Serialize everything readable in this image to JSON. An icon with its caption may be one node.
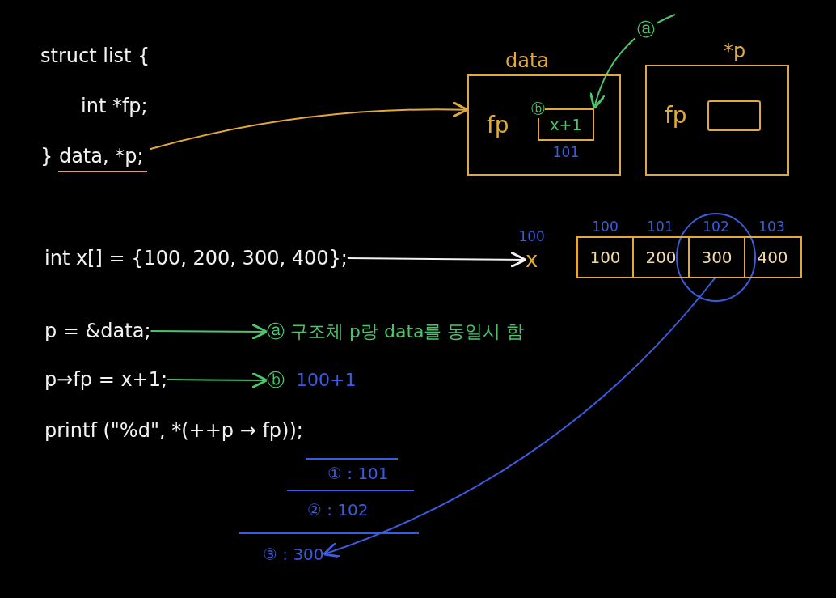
{
  "diagram": {
    "nodes": [
      {
        "text": [
          "struct list {",
          "int *fp;",
          "} data, *p;"
        ]
      },
      {
        "text": [
          "data",
          "fp"
        ]
      },
      {
        "text": [
          "x+1"
        ],
        "in": 1,
        "beside": [
          "ⓑ",
          "101"
        ]
      },
      {
        "text": [
          "*p",
          "fp"
        ]
      },
      {
        "text": [],
        "shape": "box",
        "in": 3
      },
      {
        "text": [
          "int x[] = {100, 200, 300, 400};"
        ]
      },
      {
        "text": [
          "x"
        ],
        "beside": [
          "100"
        ]
      },
      {
        "text": [],
        "shape": "bar"
      },
      {
        "text": [
          "100"
        ],
        "in": 7,
        "beside": [
          "100"
        ]
      },
      {
        "text": [
          "200"
        ],
        "in": 7,
        "beside": [
          "101"
        ]
      },
      {
        "text": [
          "300"
        ],
        "in": 7,
        "beside": [
          "102"
        ]
      },
      {
        "text": [
          "400"
        ],
        "in": 7,
        "beside": [
          "103"
        ]
      },
      {
        "text": [
          "p = &data;"
        ]
      },
      {
        "text": [
          "ⓐ 구조체 p랑 data를 동일시 함"
        ]
      },
      {
        "text": [
          "p→fp = x+1;"
        ]
      },
      {
        "text": [
          "ⓑ",
          "100+1"
        ]
      },
      {
        "text": [
          "printf (\"%d\", *(++p → fp));"
        ]
      },
      {
        "text": [
          "① : 101"
        ]
      },
      {
        "text": [
          "② : 102"
        ]
      },
      {
        "text": [
          "③ : 300"
        ]
      }
    ],
    "edges": [
      {
        "from": 0,
        "to": 1,
        "arrow": "to",
        "color": "#e0a93a"
      },
      {
        "from": null,
        "to": 2,
        "arrow": "to",
        "label": "ⓐ",
        "color": "#4cc46a"
      },
      {
        "from": 5,
        "to": 6,
        "arrow": "to",
        "color": "#f2f2f2"
      },
      {
        "from": 10,
        "to": 19,
        "arrow": "to",
        "color": "#3a5ce0"
      },
      {
        "from": 12,
        "to": 13,
        "arrow": "to",
        "color": "#4cc46a"
      },
      {
        "from": 14,
        "to": 15,
        "arrow": "to",
        "color": "#4cc46a"
      }
    ]
  }
}
